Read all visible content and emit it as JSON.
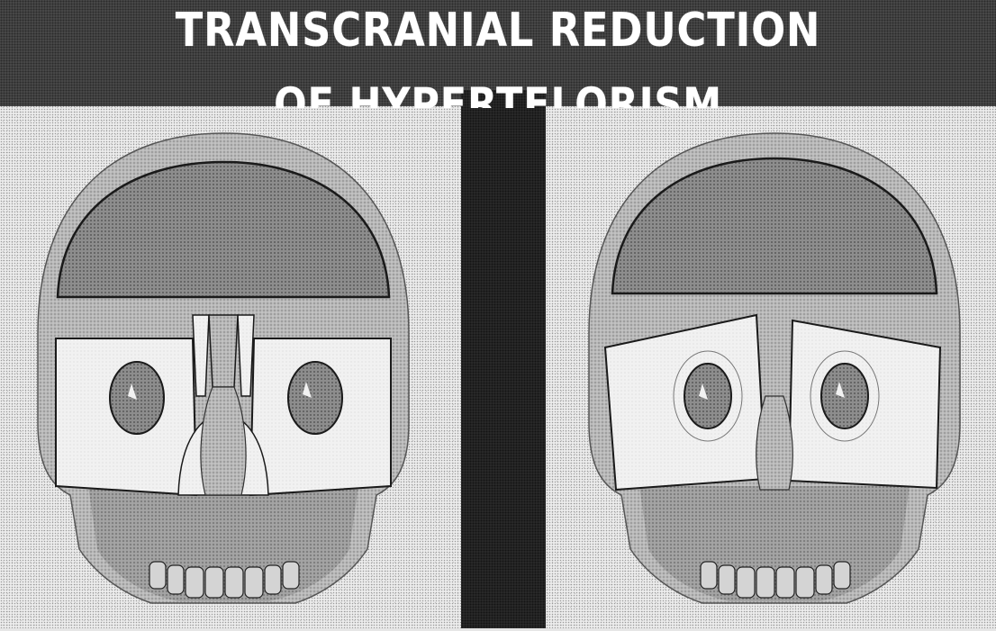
{
  "heading": {
    "line1": "TRANSCRANIAL REDUCTION",
    "line2": "OF HYPERTELORISM"
  },
  "colors": {
    "band": "#4a4a4a",
    "center_bar": "#2a2a2a",
    "title_text": "#ffffff",
    "bone": "#bdbdbd",
    "bone_shadow": "#7a7a7a",
    "outline": "#1a1a1a",
    "bone_cut_panel": "#f2f2f2"
  },
  "figures": [
    {
      "name": "skull-before-reduction"
    },
    {
      "name": "skull-after-reduction"
    }
  ]
}
